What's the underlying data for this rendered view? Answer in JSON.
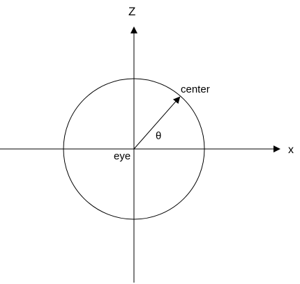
{
  "diagram": {
    "axes": {
      "z_label": "Z",
      "x_label": "x"
    },
    "labels": {
      "center": "center",
      "angle": "θ",
      "eye": "eye"
    },
    "colors": {
      "stroke": "#000000",
      "background": "#ffffff"
    }
  }
}
